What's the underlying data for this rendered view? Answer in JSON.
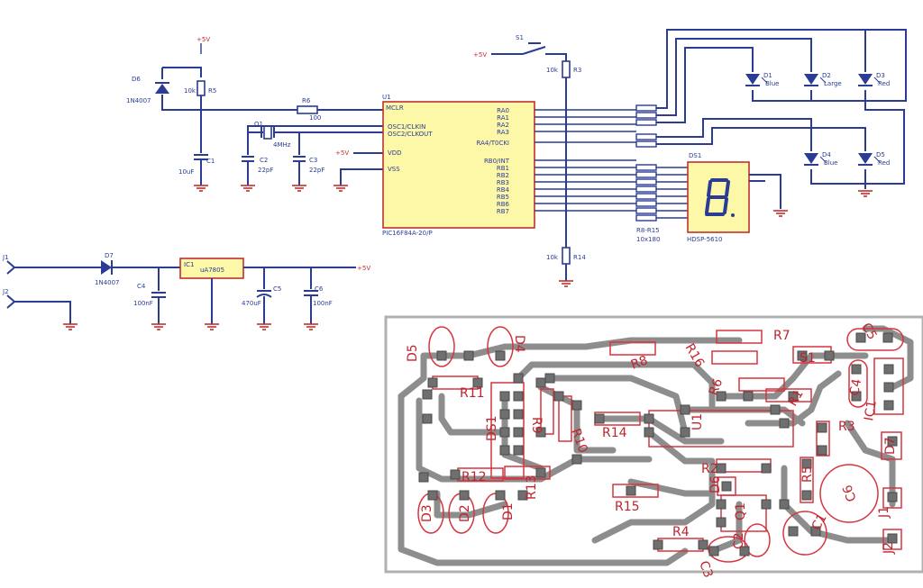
{
  "schematic": {
    "power_labels": [
      "+5V",
      "+5V",
      "+5V",
      "+5V"
    ],
    "components": {
      "d6": {
        "ref": "D6",
        "value": "1N4007"
      },
      "r5": {
        "ref": "R5",
        "value": "10k"
      },
      "c1": {
        "ref": "C1",
        "value": "10uF"
      },
      "r6": {
        "ref": "R6",
        "value": "100"
      },
      "q1": {
        "ref": "Q1",
        "value": "4MHz"
      },
      "c2": {
        "ref": "C2",
        "value": "22pF"
      },
      "c3": {
        "ref": "C3",
        "value": "22pF"
      },
      "u1": {
        "ref": "U1",
        "value": "PIC16F84A-20/P",
        "header": "MCLR"
      },
      "s1": {
        "ref": "S1"
      },
      "r3": {
        "ref": "R3",
        "value": "10k"
      },
      "r14": {
        "ref": "R14",
        "value": "10k"
      },
      "ds1": {
        "ref": "DS1",
        "value": "HDSP-5610"
      },
      "resnet": {
        "value": "R8-R15",
        "sub": "10x180"
      },
      "d7": {
        "ref": "D7",
        "value": "1N4007"
      },
      "ic1": {
        "ref": "IC1",
        "value": "uA7805"
      },
      "c4": {
        "ref": "C4",
        "value": "100nF"
      },
      "c5": {
        "ref": "C5",
        "value": "470uF"
      },
      "c6": {
        "ref": "C6",
        "value": "100nF"
      },
      "j1": {
        "ref": "J1"
      },
      "j2": {
        "ref": "J2"
      }
    },
    "u1_left_pins": [
      "OSC1/CLKIN",
      "OSC2/CLKOUT",
      "VDD",
      "VSS"
    ],
    "u1_right_pins": [
      "RA0",
      "RA1",
      "RA2",
      "RA3",
      "RA4/T0CKI",
      "RB0/INT",
      "RB1",
      "RB2",
      "RB3",
      "RB4",
      "RB5",
      "RB6",
      "RB7"
    ],
    "leds": [
      {
        "ref": "D1",
        "value": "Blue"
      },
      {
        "ref": "D2",
        "value": "Large"
      },
      {
        "ref": "D3",
        "value": "Red"
      },
      {
        "ref": "D4",
        "value": "Blue"
      },
      {
        "ref": "D5",
        "value": "Red"
      }
    ]
  },
  "pcb": {
    "labels": [
      "D5",
      "D4",
      "R11",
      "R8",
      "R16",
      "R7",
      "C5",
      "S1",
      "C4",
      "IC1",
      "R6",
      "R1",
      "R9",
      "R10",
      "R14",
      "U1",
      "DS1",
      "R3",
      "D7",
      "R12",
      "R13",
      "R2",
      "D6",
      "R5",
      "C6",
      "D3",
      "D2",
      "D1",
      "R15",
      "Q1",
      "C1",
      "J1",
      "R4",
      "C2",
      "C3",
      "J2"
    ]
  },
  "colors": {
    "wire": "#2a3c94",
    "outline": "#c0302e",
    "chip_fill": "#fdf7a8",
    "pcb_track": "#8d8d8d",
    "pcb_silk": "#d8343f"
  }
}
